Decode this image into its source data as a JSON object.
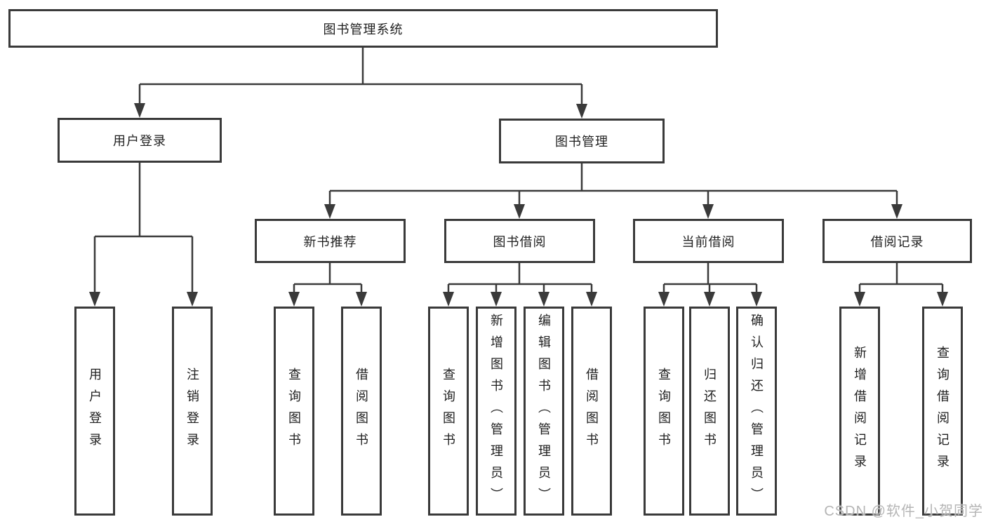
{
  "diagram": {
    "root": {
      "label": "图书管理系统"
    },
    "branches": [
      {
        "label": "用户登录",
        "children": [
          {
            "label": "用户登录"
          },
          {
            "label": "注销登录"
          }
        ]
      },
      {
        "label": "图书管理",
        "children": [
          {
            "label": "新书推荐",
            "children": [
              {
                "label": "查询图书"
              },
              {
                "label": "借阅图书"
              }
            ]
          },
          {
            "label": "图书借阅",
            "children": [
              {
                "label": "查询图书"
              },
              {
                "label": "新增图书（管理员）"
              },
              {
                "label": "编辑图书（管理员）"
              },
              {
                "label": "借阅图书"
              }
            ]
          },
          {
            "label": "当前借阅",
            "children": [
              {
                "label": "查询图书"
              },
              {
                "label": "归还图书"
              },
              {
                "label": "确认归还（管理员）"
              }
            ]
          },
          {
            "label": "借阅记录",
            "children": [
              {
                "label": "新增借阅记录"
              },
              {
                "label": "查询借阅记录"
              }
            ]
          }
        ]
      }
    ]
  },
  "watermark": {
    "text": "CSDN @软件_小贺同学"
  },
  "colors": {
    "line": "#3a3a3a",
    "box_border": "#3a3a3a",
    "box_fill": "#ffffff",
    "text": "#1f1f1f",
    "watermark": "#b5b5b5",
    "background": "#ffffff"
  }
}
